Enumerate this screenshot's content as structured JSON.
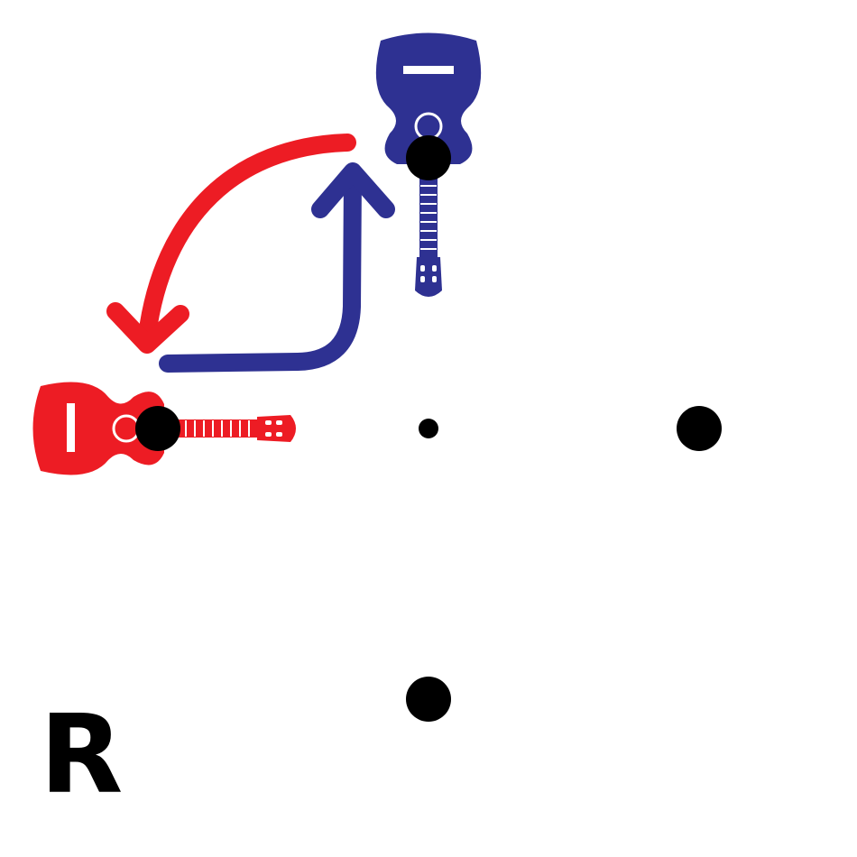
{
  "diagram": {
    "corner_label": "R",
    "guitars": [
      {
        "name": "guitar-left",
        "color": "#ed1c24",
        "label": "I"
      },
      {
        "name": "guitar-top",
        "color": "#2e3192",
        "label": "I"
      }
    ],
    "arrows": [
      {
        "name": "arrow-top-to-left",
        "color": "#ed1c24"
      },
      {
        "name": "arrow-left-to-top",
        "color": "#2e3192"
      }
    ],
    "dots": [
      {
        "name": "dot-left",
        "size": "large"
      },
      {
        "name": "dot-top",
        "size": "large"
      },
      {
        "name": "dot-center",
        "size": "small"
      },
      {
        "name": "dot-right",
        "size": "large"
      },
      {
        "name": "dot-bottom",
        "size": "large"
      }
    ]
  }
}
